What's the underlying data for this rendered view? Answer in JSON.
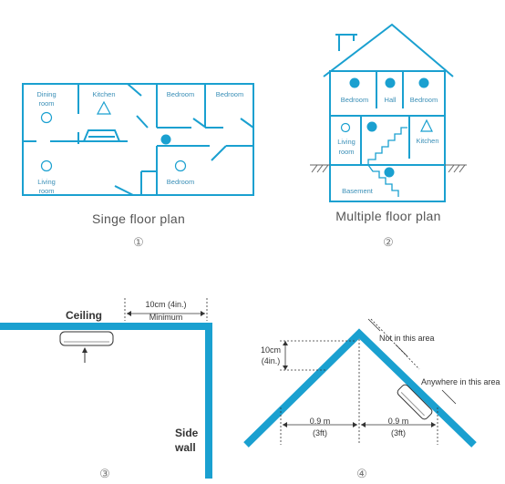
{
  "colors": {
    "accent": "#1aa0d0",
    "text": "#333333",
    "caption": "#555555"
  },
  "panel1": {
    "caption": "Singe floor plan",
    "number": "①",
    "rooms": {
      "dining_1": "Dining",
      "dining_2": "room",
      "kitchen": "Kitchen",
      "bedroom": "Bedroom",
      "living_1": "Living",
      "living_2": "room"
    }
  },
  "panel2": {
    "caption": "Multiple floor plan",
    "number": "②",
    "rooms": {
      "bedroom": "Bedroom",
      "hall": "Hall",
      "living_1": "Living",
      "living_2": "room",
      "kitchen": "Kitchen",
      "basement": "Basement"
    }
  },
  "panel3": {
    "number": "③",
    "ceiling": "Ceiling",
    "side_1": "Side",
    "side_2": "wall",
    "dimension_1": "10cm (4in.)",
    "dimension_2": "Minimum"
  },
  "panel4": {
    "number": "④",
    "dim_v_1": "10cm",
    "dim_v_2": "(4in.)",
    "not_area": "Not in this area",
    "any_area": "Anywhere in this area",
    "dim_h_1": "0.9 m",
    "dim_h_2": "(3ft)"
  }
}
